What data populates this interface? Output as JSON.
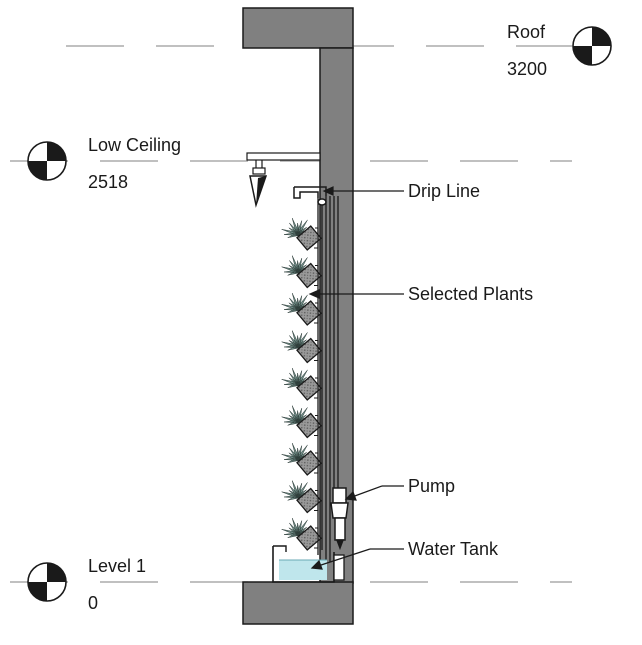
{
  "levels": [
    {
      "name": "Roof",
      "elevation": "3200"
    },
    {
      "name": "Low Ceiling",
      "elevation": "2518"
    },
    {
      "name": "Level 1",
      "elevation": "0"
    }
  ],
  "callouts": {
    "drip_line": "Drip Line",
    "selected_plants": "Selected Plants",
    "pump": "Pump",
    "water_tank": "Water Tank"
  },
  "colors": {
    "concrete": "#808080",
    "water": "#bfe6ec",
    "planter": "#9a9a9a",
    "foliage": "#6f8c86",
    "line": "#1a1a1a"
  },
  "plant_count": 9
}
